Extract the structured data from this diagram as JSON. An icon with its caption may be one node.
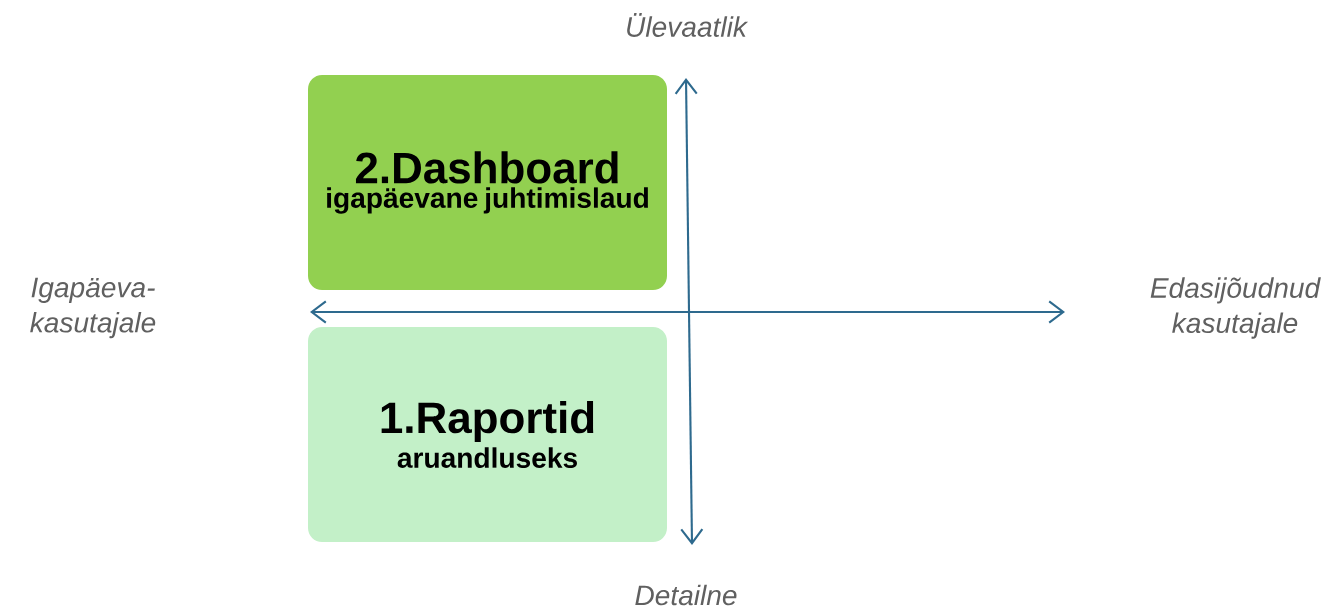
{
  "diagram": {
    "nodes": [
      {
        "text": [
          "2.Dashboard",
          "igapäevane juhtimislaud"
        ]
      },
      {
        "text": [
          "1.Raportid",
          "aruandluseks"
        ]
      }
    ],
    "labels": [
      "Ülevaatlik",
      "Igapäeva-kasutajale",
      "Edasijõudnud kasutajale",
      "Detailne"
    ]
  }
}
